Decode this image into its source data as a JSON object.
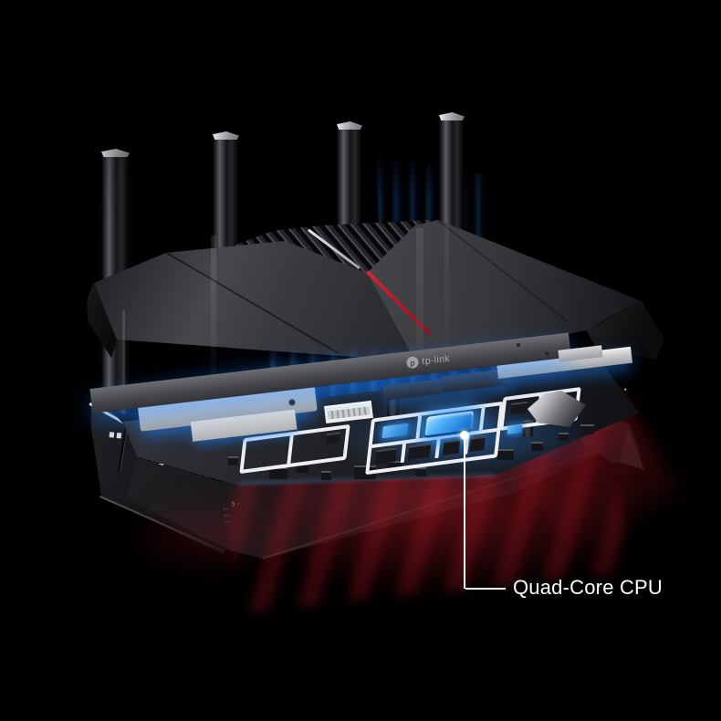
{
  "scene": {
    "description": "Exploded 3D product render of a TP-Link gaming router: four square antennas, finned dual-wing top cover with red accent stripe, tp-link heat-spreader bar, silver RF shield plates, main board with glowing quad-core CPU, bottom case with port panel, blue and red light glow on black background"
  },
  "brand": {
    "name": "tp-link",
    "logo_icon": "tp-link-circle-logo"
  },
  "callout": {
    "label": "Quad-Core CPU"
  },
  "colors": {
    "background": "#000000",
    "accent_red": "#d92433",
    "glow_red": "#9a1826",
    "accent_blue": "#2f96ee",
    "glow_blue": "#1c6fd4",
    "cpu_blue": "#35a1f5",
    "metal_light": "#d8dadc",
    "metal_mid": "#6b6d72",
    "body_dark": "#2e2f33",
    "callout_white": "#ffffff"
  }
}
